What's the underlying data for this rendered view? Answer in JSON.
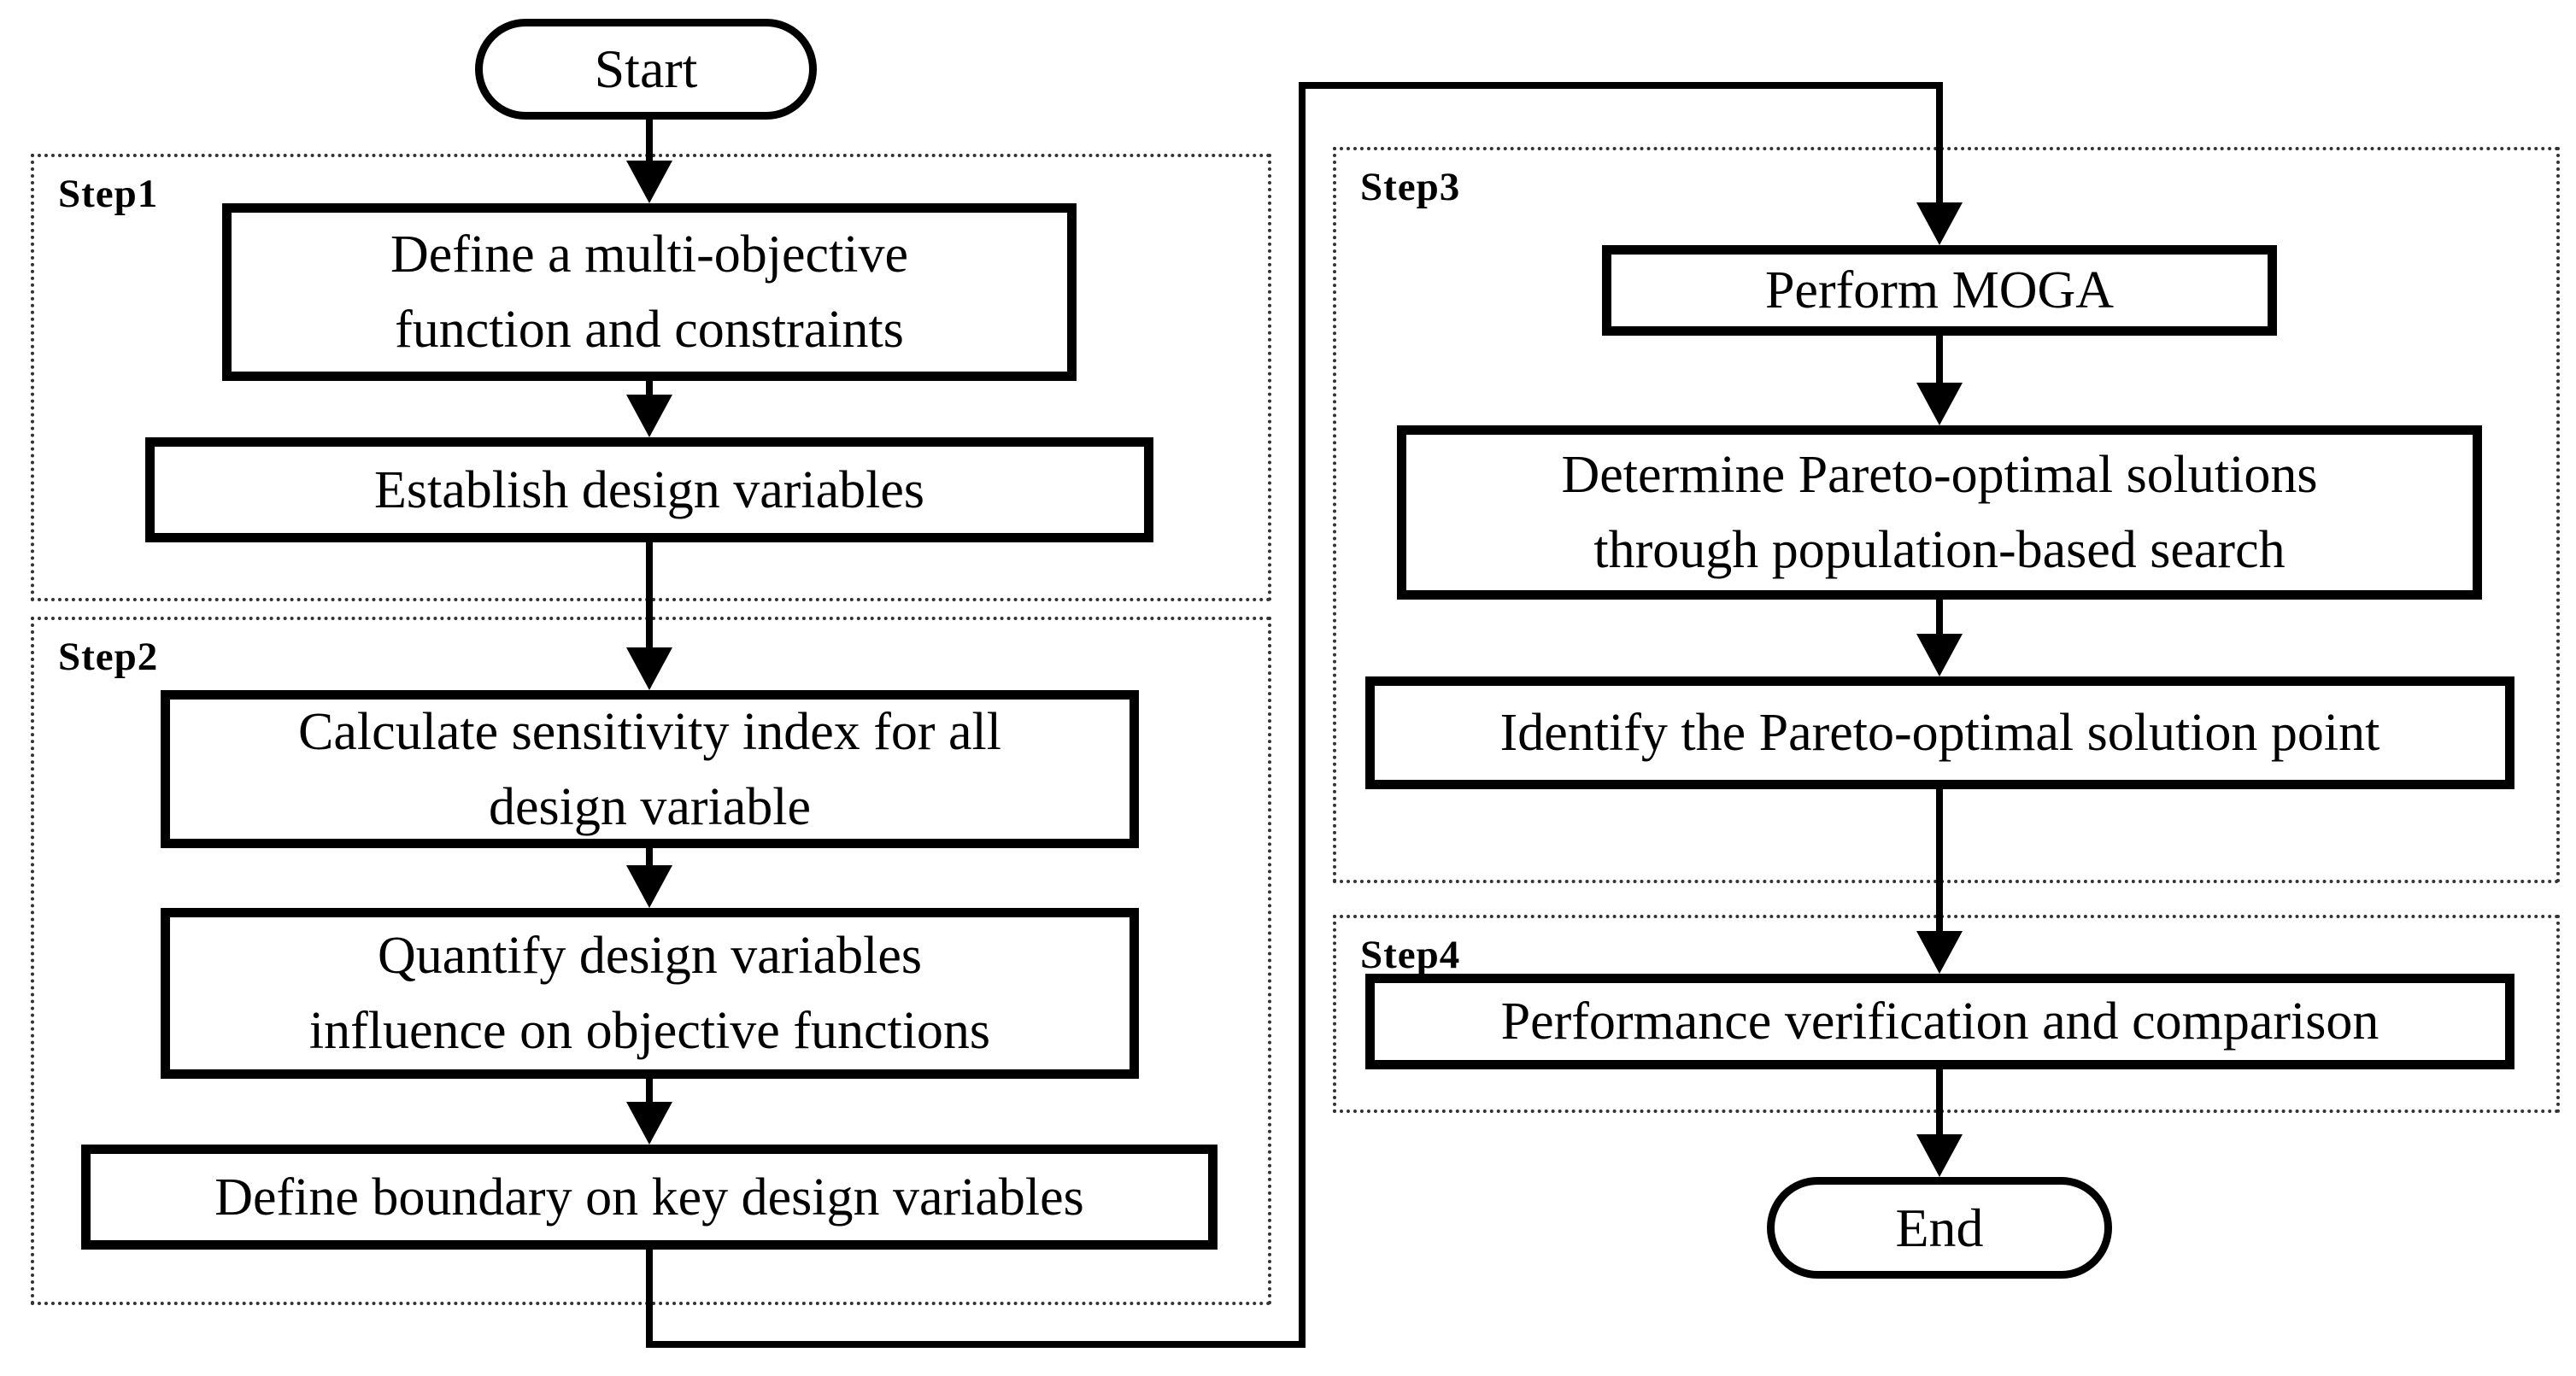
{
  "flowchart": {
    "terminals": {
      "start": "Start",
      "end": "End"
    },
    "steps": [
      {
        "label": "Step1"
      },
      {
        "label": "Step2"
      },
      {
        "label": "Step3"
      },
      {
        "label": "Step4"
      }
    ],
    "boxes": {
      "define": {
        "lines": [
          "Define a multi-objective",
          "function and constraints"
        ]
      },
      "establish": {
        "lines": [
          "Establish design variables"
        ]
      },
      "calculate": {
        "lines": [
          "Calculate sensitivity index for all",
          "design variable"
        ]
      },
      "quantify": {
        "lines": [
          "Quantify design variables",
          "influence on objective functions"
        ]
      },
      "boundary": {
        "lines": [
          "Define boundary on key design variables"
        ]
      },
      "moga": {
        "lines": [
          "Perform MOGA"
        ]
      },
      "determine": {
        "lines": [
          "Determine Pareto-optimal solutions",
          "through population-based search"
        ]
      },
      "identify": {
        "lines": [
          "Identify the Pareto-optimal solution point"
        ]
      },
      "performance": {
        "lines": [
          "Performance verification and comparison"
        ]
      }
    },
    "colors": {
      "line": "#000000",
      "background": "#ffffff",
      "group_border": "#333333"
    }
  }
}
